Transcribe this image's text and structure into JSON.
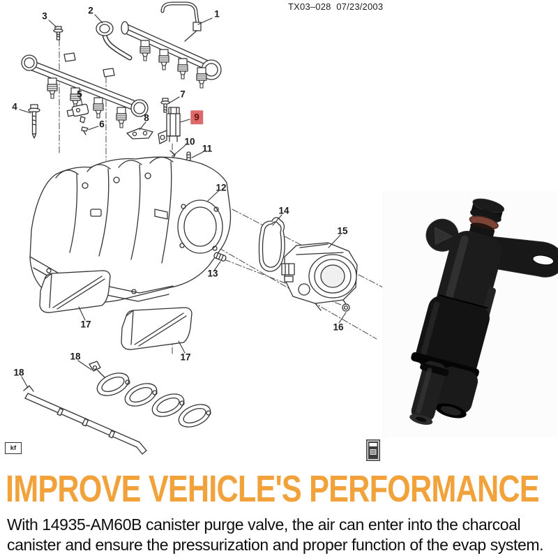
{
  "header": {
    "document_code": "TX03–028",
    "document_date": "07/23/2003"
  },
  "diagram": {
    "title_hint": "engine intake manifold exploded parts diagram",
    "highlight_color": "#dd6a6a",
    "line_color": "#333333",
    "corner_mark": "kf",
    "callouts": [
      {
        "label": "1",
        "highlighted": false
      },
      {
        "label": "2",
        "highlighted": false
      },
      {
        "label": "3",
        "highlighted": false
      },
      {
        "label": "4",
        "highlighted": false
      },
      {
        "label": "5",
        "highlighted": false
      },
      {
        "label": "6",
        "highlighted": false
      },
      {
        "label": "7",
        "highlighted": false
      },
      {
        "label": "8",
        "highlighted": false
      },
      {
        "label": "9",
        "highlighted": true
      },
      {
        "label": "10",
        "highlighted": false
      },
      {
        "label": "11",
        "highlighted": false
      },
      {
        "label": "12",
        "highlighted": false
      },
      {
        "label": "13",
        "highlighted": false
      },
      {
        "label": "14",
        "highlighted": false
      },
      {
        "label": "15",
        "highlighted": false
      },
      {
        "label": "16",
        "highlighted": false
      },
      {
        "label": "17",
        "highlighted": false
      },
      {
        "label": "17",
        "highlighted": false
      },
      {
        "label": "18",
        "highlighted": false
      },
      {
        "label": "18",
        "highlighted": false
      }
    ]
  },
  "product_photo": {
    "subject": "canister-purge-valve",
    "body_color": "#1a1a1a",
    "oring_color": "#7c4336"
  },
  "headline": {
    "text": "IMPROVE VEHICLE'S PERFORMANCE",
    "color": "#F1A23B"
  },
  "body_text": {
    "lines": [
      "With 14935-AM60B canister purge valve, the air can enter into the charcoal",
      "canister and ensure the pressurization and proper function of the evap system."
    ]
  }
}
